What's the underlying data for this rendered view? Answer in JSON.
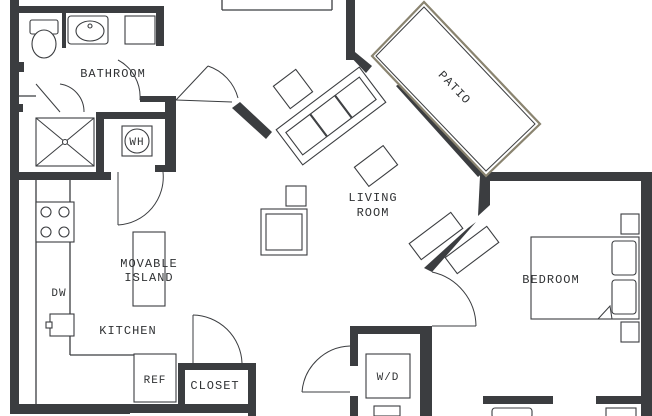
{
  "rooms": {
    "bathroom": "BATHROOM",
    "patio": "PATIO",
    "living_line1": "LIVING",
    "living_line2": "ROOM",
    "bedroom": "BEDROOM",
    "island_line1": "MOVABLE",
    "island_line2": "ISLAND",
    "kitchen": "KITCHEN",
    "closet": "CLOSET"
  },
  "fixtures": {
    "water_heater": "WH",
    "dishwasher": "DW",
    "refrigerator": "REF",
    "washer_dryer": "W/D"
  }
}
